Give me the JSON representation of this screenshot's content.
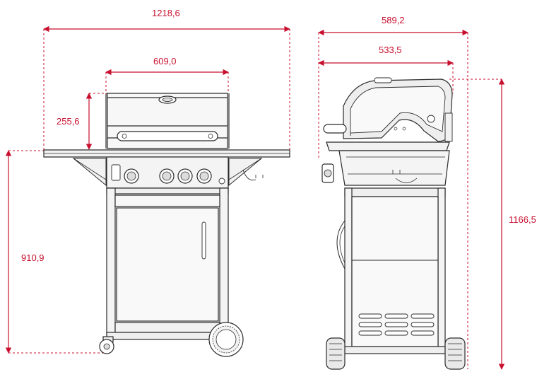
{
  "dimensions": {
    "overall_width": "1218,6",
    "body_width": "609,0",
    "lid_height": "255,6",
    "work_height": "910,9",
    "side_depth_overall": "589,2",
    "side_depth_body": "533,5",
    "total_height": "1166,5"
  },
  "colors": {
    "dimension": "#c8102e",
    "line": "#2b2b2b",
    "fill_light": "#f7f7f7",
    "fill_dark": "#e9e9e9"
  }
}
